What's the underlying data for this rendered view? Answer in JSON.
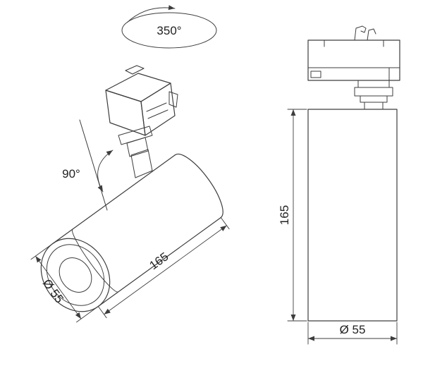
{
  "diagram": {
    "kind": "technical-drawing",
    "subject": "track-spotlight-dimension-drawing",
    "left_view": {
      "rotation_label": "350°",
      "tilt_label": "90°",
      "length_label": "165",
      "diameter_label": "Ø 55"
    },
    "right_view": {
      "height_label": "165",
      "diameter_label": "Ø 55"
    },
    "colors": {
      "line": "#3d3d3d",
      "text": "#222222",
      "background": "#ffffff"
    }
  }
}
